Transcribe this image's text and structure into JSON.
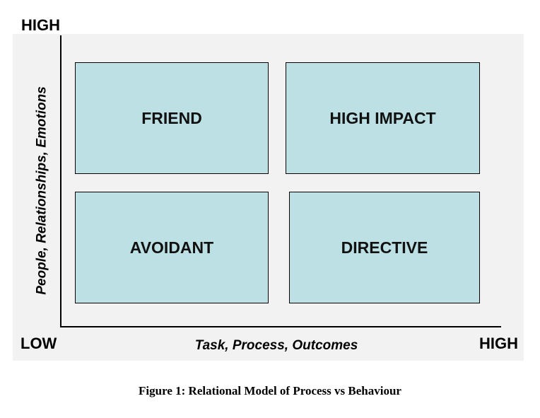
{
  "axes": {
    "y_high": "HIGH",
    "x_low": "LOW",
    "x_high": "HIGH",
    "y_label": "People, Relationships, Emotions",
    "x_label": "Task, Process, Outcomes"
  },
  "quadrants": {
    "top_left": "FRIEND",
    "top_right": "HIGH IMPACT",
    "bottom_left": "AVOIDANT",
    "bottom_right": "DIRECTIVE"
  },
  "colors": {
    "quadrant_fill": "#bde0e4",
    "panel_background": "#f2f2f2"
  },
  "caption": "Figure 1: Relational Model of Process vs Behaviour"
}
